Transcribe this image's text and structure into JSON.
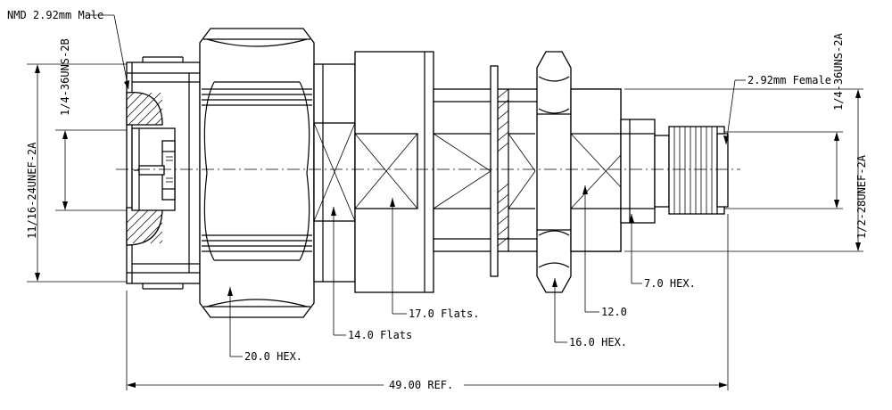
{
  "labels": {
    "male_connector": "NMD 2.92mm Male",
    "female_connector": "2.92mm Female",
    "left_outer_thread": "11/16-24UNEF-2A",
    "left_inner_thread": "1/4-36UNS-2B",
    "right_outer_thread": "1/4-36UNS-2A",
    "right_inner_thread": "1/2-28UNEF-2A",
    "hex_20": "20.0 HEX.",
    "flats_14": "14.0 Flats",
    "flats_17": "17.0 Flats.",
    "hex_16": "16.0 HEX.",
    "dim_12": "12.0",
    "hex_7": "7.0 HEX.",
    "overall_length": "49.00 REF."
  }
}
